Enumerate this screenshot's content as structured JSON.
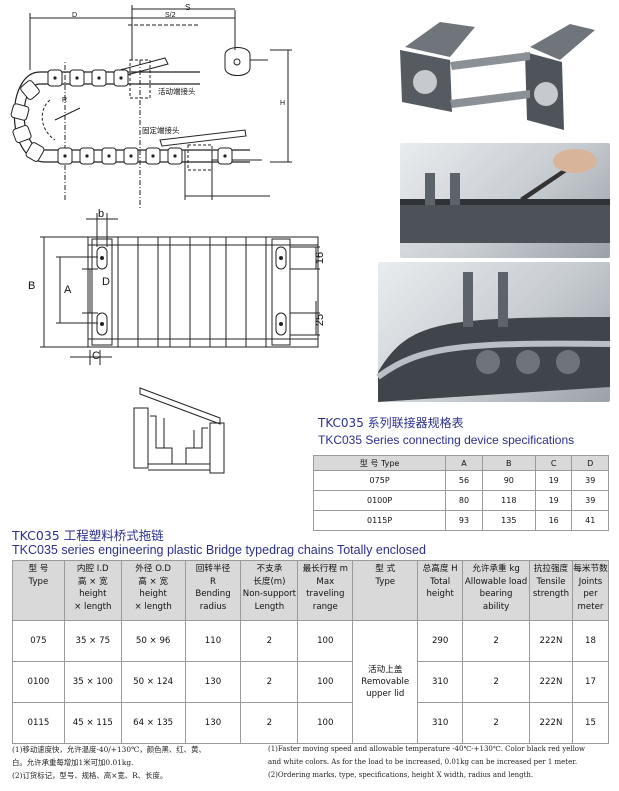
{
  "drawing": {
    "labels": {
      "dim_s": "S",
      "dim_s2": "S/2",
      "dim_d": "D",
      "dim_h": "H",
      "radius": "R",
      "moving_end": "活动端接头",
      "fixed_end": "固定端接头",
      "dim_b_small": "b",
      "dim_b": "B",
      "dim_a": "A",
      "dim_d2": "D",
      "dim_c": "C",
      "dim_16": "16",
      "dim_25": "25"
    }
  },
  "spec": {
    "title_cn": "TKC035 系列联接器规格表",
    "title_en": "TKC035  Series connecting device specifications",
    "headers": [
      "型 号 Type",
      "A",
      "B",
      "C",
      "D"
    ],
    "rows": [
      [
        "075P",
        "56",
        "90",
        "19",
        "39"
      ],
      [
        "0100P",
        "80",
        "118",
        "19",
        "39"
      ],
      [
        "0115P",
        "93",
        "135",
        "16",
        "41"
      ]
    ]
  },
  "main": {
    "title_cn": "TKC035 工程塑料桥式拖链",
    "title_en": "TKC035 series engineering plastic Bridge typedrag chains Totally enclosed",
    "headers": [
      [
        "型  号",
        "Type"
      ],
      [
        "内腔 I.D",
        "高 × 宽",
        "height",
        "× length"
      ],
      [
        "外径 O.D",
        "高 × 宽",
        "height",
        "× length"
      ],
      [
        "回转半径",
        "R",
        "Bending",
        "radius"
      ],
      [
        "不支承",
        "长度(m)",
        "Non-support",
        "Length"
      ],
      [
        "最长行程 m",
        "Max",
        "traveling",
        "range"
      ],
      [
        "型  式",
        "Type"
      ],
      [
        "总高度 H",
        "Total",
        "height"
      ],
      [
        "允许承重 kg",
        "Allowable load",
        "bearing",
        "ability"
      ],
      [
        "抗拉强度",
        "Tensile",
        "strength"
      ],
      [
        "每米节数",
        "Joints per",
        "meter"
      ]
    ],
    "rows": [
      [
        "075",
        "35 × 75",
        "50 × 96",
        "110",
        "2",
        "100",
        "290",
        "2",
        "222N",
        "18"
      ],
      [
        "0100",
        "35 × 100",
        "50 × 124",
        "130",
        "2",
        "100",
        "310",
        "2",
        "222N",
        "17"
      ],
      [
        "0115",
        "45 × 115",
        "64 × 135",
        "130",
        "2",
        "100",
        "310",
        "2",
        "222N",
        "15"
      ]
    ],
    "type_cell": [
      "活动上盖",
      "Removable",
      "upper lid"
    ]
  },
  "notes": {
    "cn_1": "(1)移动速度快，允许温度-40/+130℃，颜色黑、红、黄、",
    "cn_2": "白。允许承重每增加1米可加0.01kg.",
    "cn_3": "(2)订货标记，型号、规格、高×宽、R、长度。",
    "en_1": "(1)Faster moving speed and allowable temperature -40℃-+130℃. Color black red yellow",
    "en_2": "and white colors. As for the load to be increased, 0.01kg can be increased per 1 meter.",
    "en_3": "(2)Ordering marks, type, specifications, height X width, radius and length."
  }
}
